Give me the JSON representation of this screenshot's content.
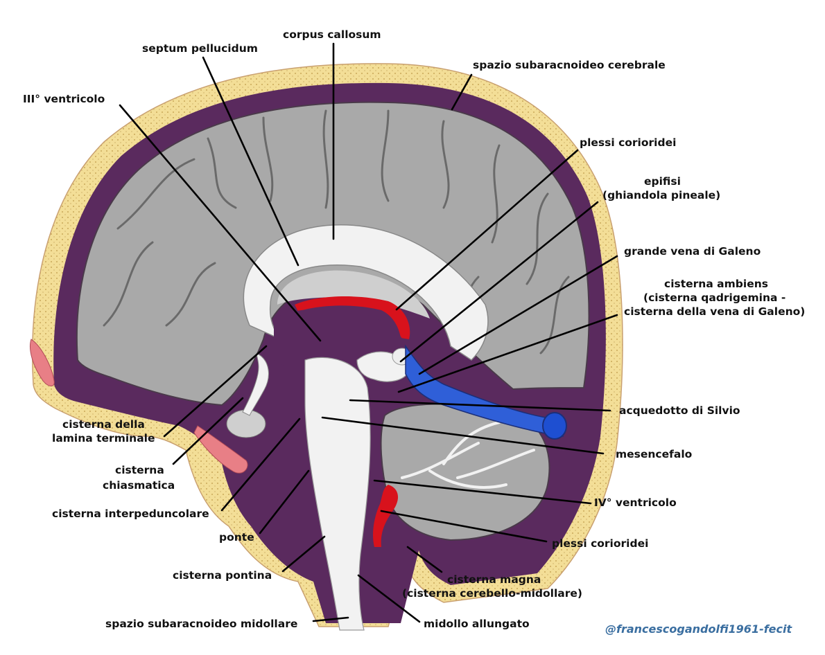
{
  "labels": {
    "corpus_callosum": "corpus callosum",
    "septum_pellucidum": "septum pellucidum",
    "spazio_subaracnoideo_cerebrale": "spazio subaracnoideo cerebrale",
    "terzo_ventricolo": "III° ventricolo",
    "plessi_corioridei_top": "plessi corioridei",
    "epifisi_1": "epifisi",
    "epifisi_2": "(ghiandola pineale)",
    "grande_vena_galeno": "grande vena di Galeno",
    "cisterna_ambiens_1": "cisterna ambiens",
    "cisterna_ambiens_2": "(cisterna qadrigemina -",
    "cisterna_ambiens_3": "cisterna della vena di Galeno)",
    "lamina_terminale_1": "cisterna della",
    "lamina_terminale_2": "lamina terminale",
    "acquedotto_silvio": "acquedotto di Silvio",
    "mesencefalo": "mesencefalo",
    "chiasmatica_1": "cisterna",
    "chiasmatica_2": "chiasmatica",
    "quarto_ventricolo": "IV° ventricolo",
    "interpeduncolare": "cisterna interpeduncolare",
    "ponte": "ponte",
    "plessi_corioridei_bottom": "plessi corioridei",
    "cisterna_magna_1": "cisterna magna",
    "cisterna_magna_2": "(cisterna cerebello-midollare)",
    "cisterna_pontina": "cisterna pontina",
    "spazio_subaracnoideo_midollare": "spazio subaracnoideo midollare",
    "midollo_allungato": "midollo allungato"
  },
  "credit": "@francescogandolfi1961-fecit",
  "colors": {
    "csf_purple": "#5a2a5e",
    "bone_yellow": "#f3de97",
    "brain_gray": "#a9a9a9",
    "white_matter": "#f2f2f2",
    "plexus_red": "#d8121c",
    "vein_blue": "#2f5fd8"
  }
}
